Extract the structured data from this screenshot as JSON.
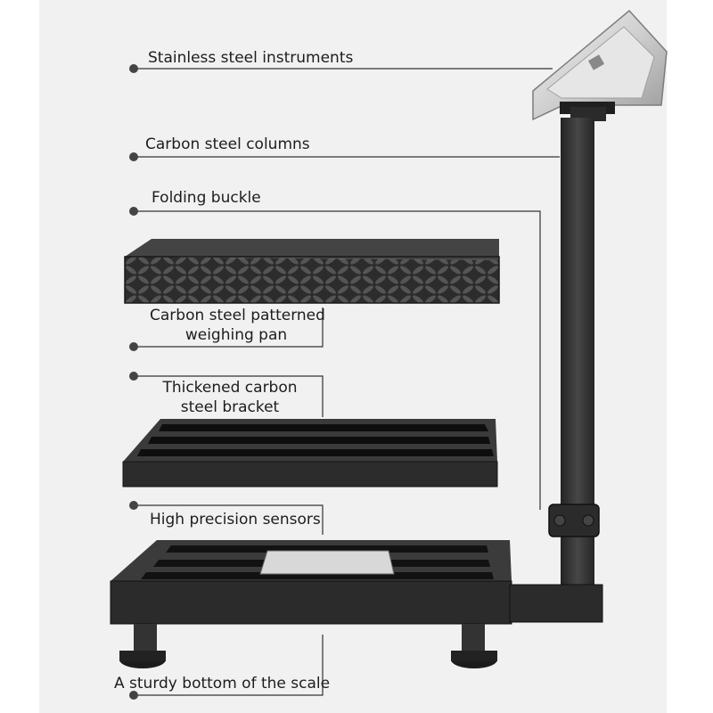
{
  "labels": {
    "instruments": "Stainless steel instruments",
    "columns": "Carbon steel columns",
    "buckle": "Folding buckle",
    "pan_line1": "Carbon steel patterned",
    "pan_line2": "weighing pan",
    "bracket_line1": "Thickened carbon",
    "bracket_line2": "steel bracket",
    "sensors": "High precision sensors",
    "bottom": "A sturdy bottom of the scale"
  },
  "colors": {
    "background": "#f1f1f1",
    "steel_dark": "#2f2f2f",
    "steel_mid": "#3c3c3c",
    "leader": "#333333",
    "instrument": "#d6d6d6"
  }
}
